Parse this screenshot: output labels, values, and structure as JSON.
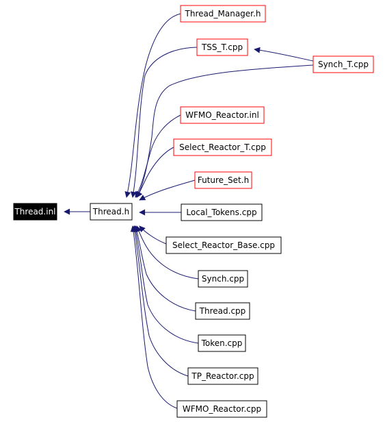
{
  "nodes": [
    {
      "id": "thread_inl",
      "label": "Thread.inl",
      "style": "root"
    },
    {
      "id": "thread_h",
      "label": "Thread.h",
      "style": "normal"
    },
    {
      "id": "thread_manager_h",
      "label": "Thread_Manager.h",
      "style": "red"
    },
    {
      "id": "tss_t_cpp",
      "label": "TSS_T.cpp",
      "style": "red"
    },
    {
      "id": "synch_t_cpp",
      "label": "Synch_T.cpp",
      "style": "red"
    },
    {
      "id": "wfmo_reactor_inl",
      "label": "WFMO_Reactor.inl",
      "style": "red"
    },
    {
      "id": "select_reactor_t_cpp",
      "label": "Select_Reactor_T.cpp",
      "style": "red"
    },
    {
      "id": "future_set_h",
      "label": "Future_Set.h",
      "style": "red"
    },
    {
      "id": "local_tokens_cpp",
      "label": "Local_Tokens.cpp",
      "style": "normal"
    },
    {
      "id": "select_reactor_base_cpp",
      "label": "Select_Reactor_Base.cpp",
      "style": "normal"
    },
    {
      "id": "synch_cpp",
      "label": "Synch.cpp",
      "style": "normal"
    },
    {
      "id": "thread_cpp",
      "label": "Thread.cpp",
      "style": "normal"
    },
    {
      "id": "token_cpp",
      "label": "Token.cpp",
      "style": "normal"
    },
    {
      "id": "tp_reactor_cpp",
      "label": "TP_Reactor.cpp",
      "style": "normal"
    },
    {
      "id": "wfmo_reactor_cpp",
      "label": "WFMO_Reactor.cpp",
      "style": "normal"
    }
  ],
  "edges": [
    {
      "from": "thread_h",
      "to": "thread_inl"
    },
    {
      "from": "thread_manager_h",
      "to": "thread_h"
    },
    {
      "from": "tss_t_cpp",
      "to": "thread_h"
    },
    {
      "from": "synch_t_cpp",
      "to": "thread_h"
    },
    {
      "from": "synch_t_cpp",
      "to": "tss_t_cpp"
    },
    {
      "from": "wfmo_reactor_inl",
      "to": "thread_h"
    },
    {
      "from": "select_reactor_t_cpp",
      "to": "thread_h"
    },
    {
      "from": "future_set_h",
      "to": "thread_h"
    },
    {
      "from": "local_tokens_cpp",
      "to": "thread_h"
    },
    {
      "from": "select_reactor_base_cpp",
      "to": "thread_h"
    },
    {
      "from": "synch_cpp",
      "to": "thread_h"
    },
    {
      "from": "thread_cpp",
      "to": "thread_h"
    },
    {
      "from": "token_cpp",
      "to": "thread_h"
    },
    {
      "from": "tp_reactor_cpp",
      "to": "thread_h"
    },
    {
      "from": "wfmo_reactor_cpp",
      "to": "thread_h"
    }
  ],
  "colors": {
    "edge": "#191970",
    "red_border": "#ff0000",
    "normal_border": "#000000",
    "root_fill": "#000000",
    "root_text": "#ffffff"
  }
}
